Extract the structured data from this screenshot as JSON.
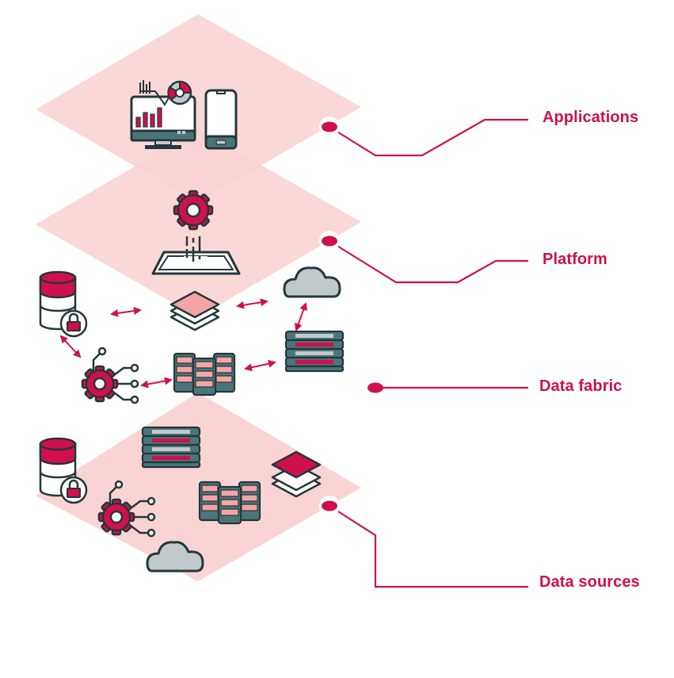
{
  "layers": [
    {
      "id": "applications",
      "label": "Applications"
    },
    {
      "id": "platform",
      "label": "Platform"
    },
    {
      "id": "data-fabric",
      "label": "Data fabric"
    },
    {
      "id": "data-sources",
      "label": "Data sources"
    }
  ],
  "colors": {
    "accent": "#d0104c",
    "plane": "#fad4d4",
    "outline": "#25373b",
    "teal": "#4b7679",
    "grey": "#c0cacc",
    "salmon": "#f3a4a4"
  },
  "icons": [
    "dashboard-monitor-icon",
    "smartphone-icon",
    "gear-icon",
    "platform-base-icon",
    "database-lock-icon",
    "layers-icon",
    "cloud-icon",
    "server-stack-icon",
    "server-rack-icon",
    "gear-network-icon",
    "double-arrow-icon"
  ]
}
